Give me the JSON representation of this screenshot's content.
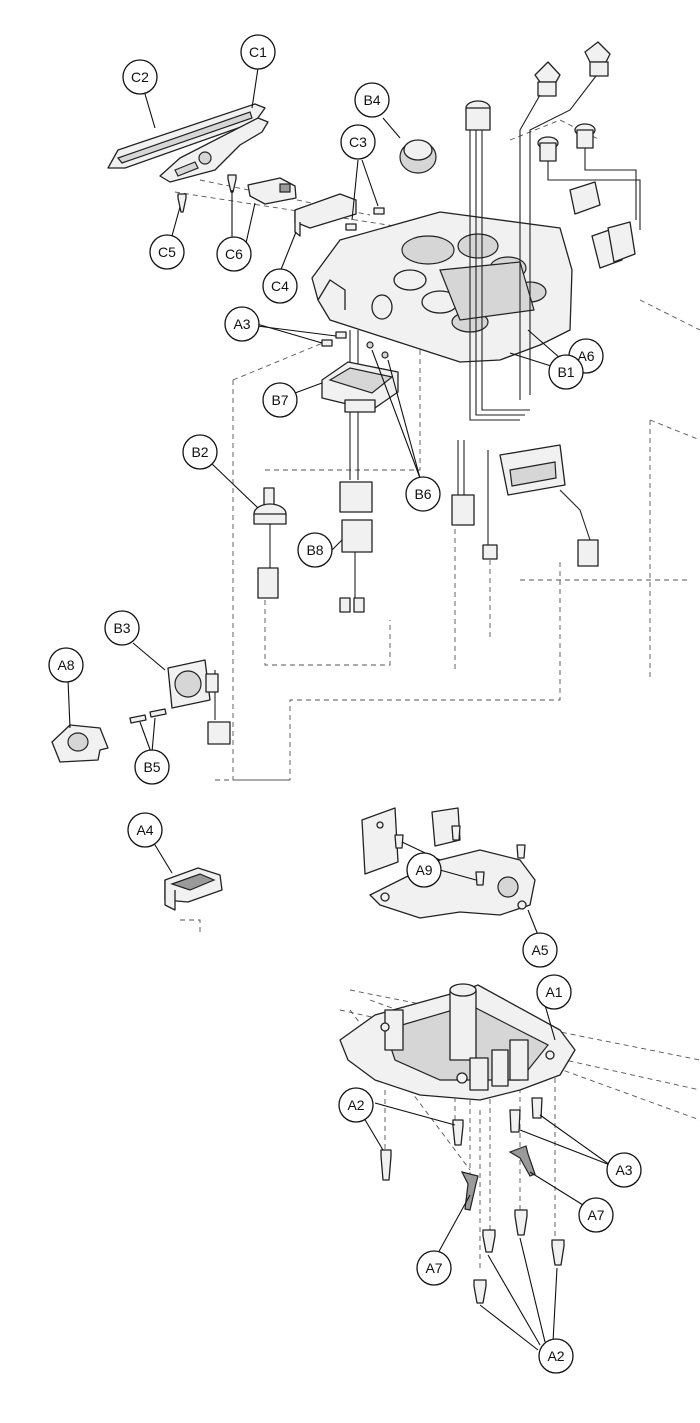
{
  "callouts": {
    "C1": "C1",
    "C2": "C2",
    "C3": "C3",
    "C4": "C4",
    "C5": "C5",
    "C6": "C6",
    "B1": "B1",
    "B2": "B2",
    "B3": "B3",
    "B4": "B4",
    "B5": "B5",
    "B6": "B6",
    "B7": "B7",
    "B8": "B8",
    "A1": "A1",
    "A2": "A2",
    "A3": "A3",
    "A4": "A4",
    "A5": "A5",
    "A6": "A6",
    "A7": "A7",
    "A8": "A8",
    "A9": "A9"
  },
  "colors": {
    "line": "#222222",
    "background": "#ffffff",
    "fill": "#f1f1f1"
  }
}
